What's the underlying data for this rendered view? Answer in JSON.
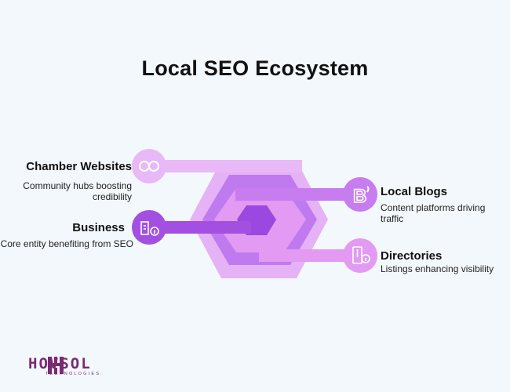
{
  "title": "Local SEO Ecosystem",
  "nodes": [
    {
      "label": "Chamber Websites",
      "description": "Community hubs boosting credibility",
      "icon": "infinity-link-icon"
    },
    {
      "label": "Business",
      "description": "Core entity benefiting from SEO",
      "icon": "building-info-icon"
    },
    {
      "label": "Local Blogs",
      "description": "Content platforms driving traffic",
      "icon": "blog-b-icon"
    },
    {
      "label": "Directories",
      "description": "Listings enhancing visibility",
      "icon": "zip-file-info-icon"
    }
  ],
  "logo": {
    "word": "HOVSOL",
    "sub": "TECHNOLOGIES"
  },
  "colors": {
    "outer_hex": "#e5b3f5",
    "ring2": "#c07af0",
    "ring3": "#e29af2",
    "core": "#9a48e0",
    "node_light": "#e8b8f7",
    "node_mid": "#c77cf0",
    "node_dark": "#a24fe2",
    "logo": "#7a2a72"
  }
}
